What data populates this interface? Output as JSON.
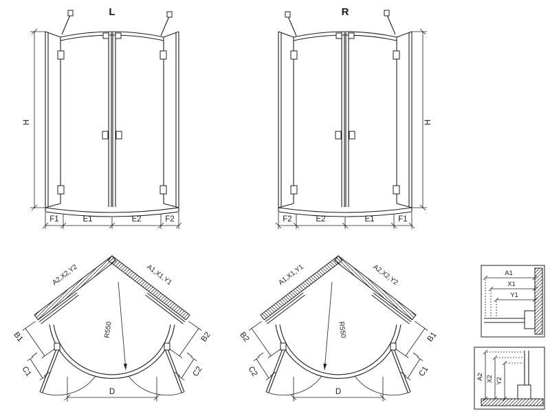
{
  "colors": {
    "line": "#1c1c1c",
    "background": "#ffffff"
  },
  "drawing": {
    "elevation_left": {
      "title": "L",
      "height": "H",
      "dims": [
        "F1",
        "E1",
        "E2",
        "F2"
      ]
    },
    "elevation_right": {
      "title": "R",
      "height": "H",
      "dims": [
        "F2",
        "E2",
        "E1",
        "F1"
      ]
    },
    "plan_left": {
      "wall_left": "A2,X2,Y2",
      "wall_right": "A1,X1,Y1",
      "side_left": "B1",
      "side_right": "B2",
      "door_left": "C1",
      "door_right": "C2",
      "radius": "R550",
      "width": "D"
    },
    "plan_right": {
      "wall_left": "A1,X1,Y1",
      "wall_right": "A2,X2,Y2",
      "side_left": "B2",
      "side_right": "B1",
      "door_left": "C2",
      "door_right": "C1",
      "radius": "R550",
      "width": "D"
    },
    "detail_top": {
      "dims": [
        "A1",
        "X1",
        "Y1"
      ]
    },
    "detail_bottom": {
      "dims": [
        "A2",
        "X2",
        "Y2"
      ]
    }
  }
}
